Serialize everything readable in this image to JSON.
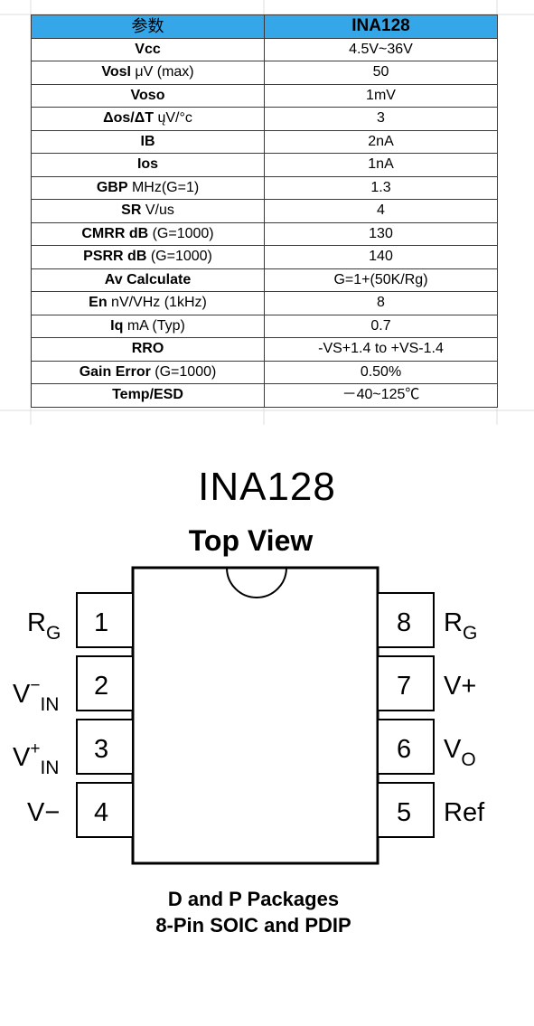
{
  "table": {
    "header": [
      "参数",
      "INA128"
    ],
    "rows": [
      {
        "param_bold": "Vcc",
        "param_rest": "",
        "value": "4.5V~36V"
      },
      {
        "param_bold": "VosI",
        "param_rest": " μV (max)",
        "value": "50"
      },
      {
        "param_bold": "Voso",
        "param_rest": "",
        "value": "1mV"
      },
      {
        "param_bold": "Δos/ΔT",
        "param_rest": " ųV/°c",
        "value": "3"
      },
      {
        "param_bold": "IB",
        "param_rest": "",
        "value": "2nA"
      },
      {
        "param_bold": "Ios",
        "param_rest": "",
        "value": "1nA"
      },
      {
        "param_bold": "GBP",
        "param_rest": " MHz(G=1)",
        "value": "1.3"
      },
      {
        "param_bold": "SR",
        "param_rest": " V/us",
        "value": "4"
      },
      {
        "param_bold": "CMRR dB",
        "param_rest": " (G=1000)",
        "value": "130"
      },
      {
        "param_bold": "PSRR dB",
        "param_rest": " (G=1000)",
        "value": "140"
      },
      {
        "param_bold": "Av Calculate",
        "param_rest": "",
        "value": "G=1+(50K/Rg)"
      },
      {
        "param_bold": "En",
        "param_rest": " nV/VHz (1kHz)",
        "value": "8"
      },
      {
        "param_bold": "Iq",
        "param_rest": " mA (Typ)",
        "value": "0.7"
      },
      {
        "param_bold": "RRO",
        "param_rest": "",
        "value": "-VS+1.4 to +VS-1.4"
      },
      {
        "param_bold": "Gain Error",
        "param_rest": " (G=1000)",
        "value": "0.50%"
      },
      {
        "param_bold": "Temp/ESD",
        "param_rest": "",
        "value": "－40~125℃"
      }
    ]
  },
  "pinout": {
    "chip_name": "INA128",
    "view_label": "Top View",
    "pins_left": [
      {
        "num": "1",
        "label_main": "R",
        "label_sup": "",
        "label_sub": "G"
      },
      {
        "num": "2",
        "label_main": "V",
        "label_sup": "−",
        "label_sub": "IN"
      },
      {
        "num": "3",
        "label_main": "V",
        "label_sup": "+",
        "label_sub": "IN"
      },
      {
        "num": "4",
        "label_main": "V−",
        "label_sup": "",
        "label_sub": ""
      }
    ],
    "pins_right": [
      {
        "num": "8",
        "label_main": "R",
        "label_sub": "G"
      },
      {
        "num": "7",
        "label_main": "V+",
        "label_sub": ""
      },
      {
        "num": "6",
        "label_main": "V",
        "label_sub": "O"
      },
      {
        "num": "5",
        "label_main": "Ref",
        "label_sub": ""
      }
    ],
    "package_line1": "D and P Packages",
    "package_line2": "8-Pin SOIC and PDIP"
  }
}
